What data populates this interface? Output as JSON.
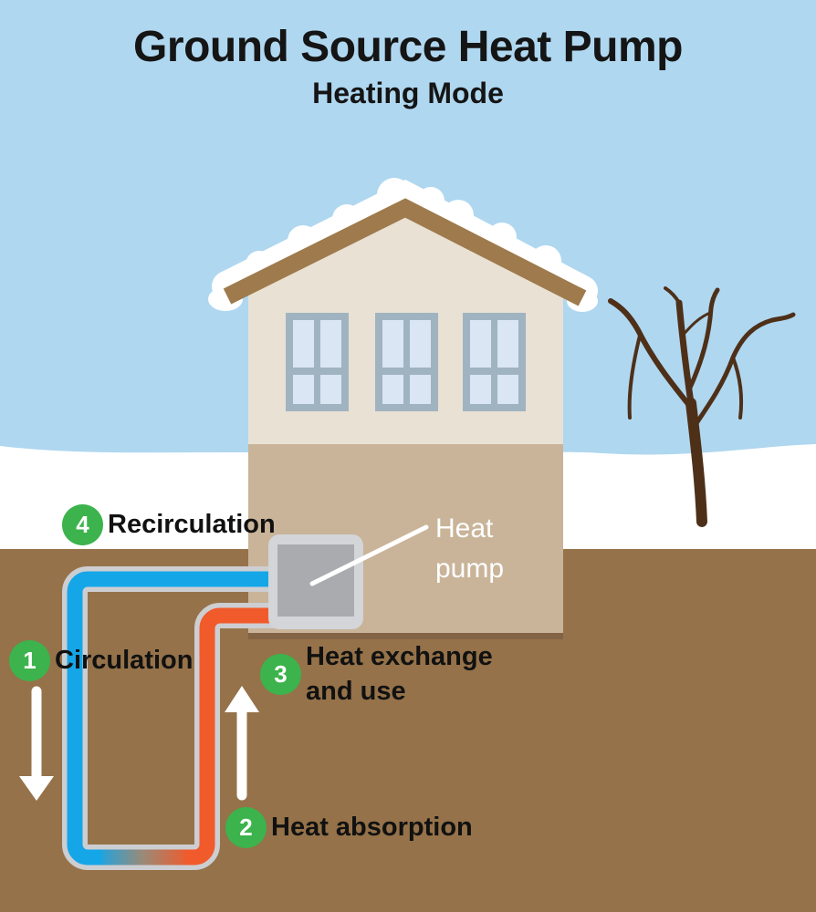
{
  "title": "Ground Source Heat Pump",
  "subtitle": "Heating Mode",
  "heat_pump_label": {
    "line1": "Heat",
    "line2": "pump"
  },
  "steps": [
    {
      "num": "1",
      "label": "Circulation"
    },
    {
      "num": "2",
      "label": "Heat absorption"
    },
    {
      "num": "3",
      "label_line1": "Heat exchange",
      "label_line2": "and use"
    },
    {
      "num": "4",
      "label": "Recirculation"
    }
  ],
  "colors": {
    "sky": "#AFD7F0",
    "snow": "#FFFFFF",
    "ground": "#957249",
    "house_wall": "#E9E1D4",
    "house_basement": "#C9B499",
    "basement_shadow": "#826345",
    "roof_trim": "#9E7A4C",
    "window_frame": "#A0B3C0",
    "window_pane": "#DAE6F3",
    "pipe_cold": "#15A6E8",
    "pipe_warm": "#F15A2B",
    "pipe_casing": "#CDCED2",
    "pump_outer": "#D3D5D8",
    "pump_inner": "#A9ABAE",
    "step_badge": "#3CB34C",
    "tree": "#4E3019",
    "flow_arrow": "#FFFFFF"
  }
}
